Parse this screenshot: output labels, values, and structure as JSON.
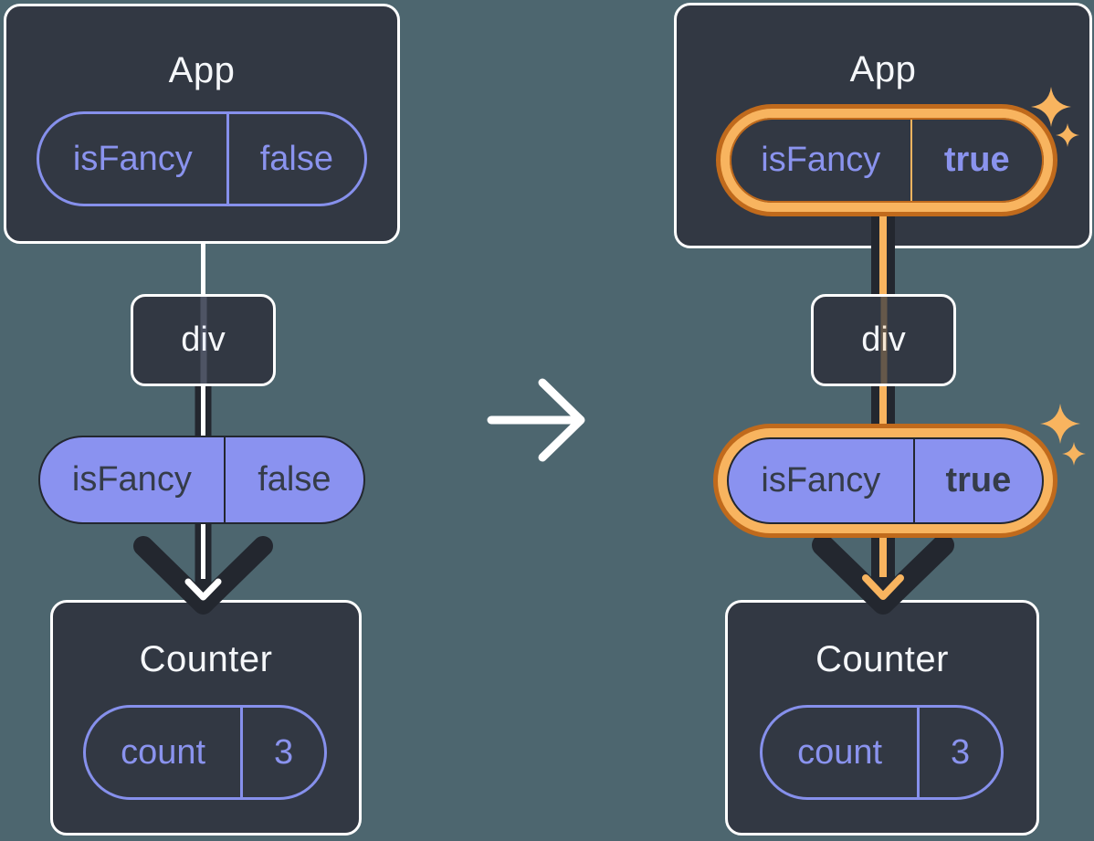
{
  "before": {
    "app": {
      "title": "App",
      "state_name": "isFancy",
      "state_value": "false"
    },
    "div_label": "div",
    "prop": {
      "name": "isFancy",
      "value": "false"
    },
    "counter": {
      "title": "Counter",
      "state_name": "count",
      "state_value": "3"
    }
  },
  "after": {
    "app": {
      "title": "App",
      "state_name": "isFancy",
      "state_value": "true"
    },
    "div_label": "div",
    "prop": {
      "name": "isFancy",
      "value": "true"
    },
    "counter": {
      "title": "Counter",
      "state_name": "count",
      "state_value": "3"
    }
  },
  "icons": {
    "transition": "arrow-right-icon",
    "highlight": "sparkle-icon",
    "flow": "arrow-down-icon"
  },
  "colors": {
    "background": "#4d666f",
    "card": "#323843",
    "card_border": "#ffffff",
    "purple": "#8a93ee",
    "purple_fill": "#8a92f0",
    "ink_dark": "#23272f",
    "orange_dark": "#c06a1c",
    "orange_light": "#f8b45f"
  }
}
